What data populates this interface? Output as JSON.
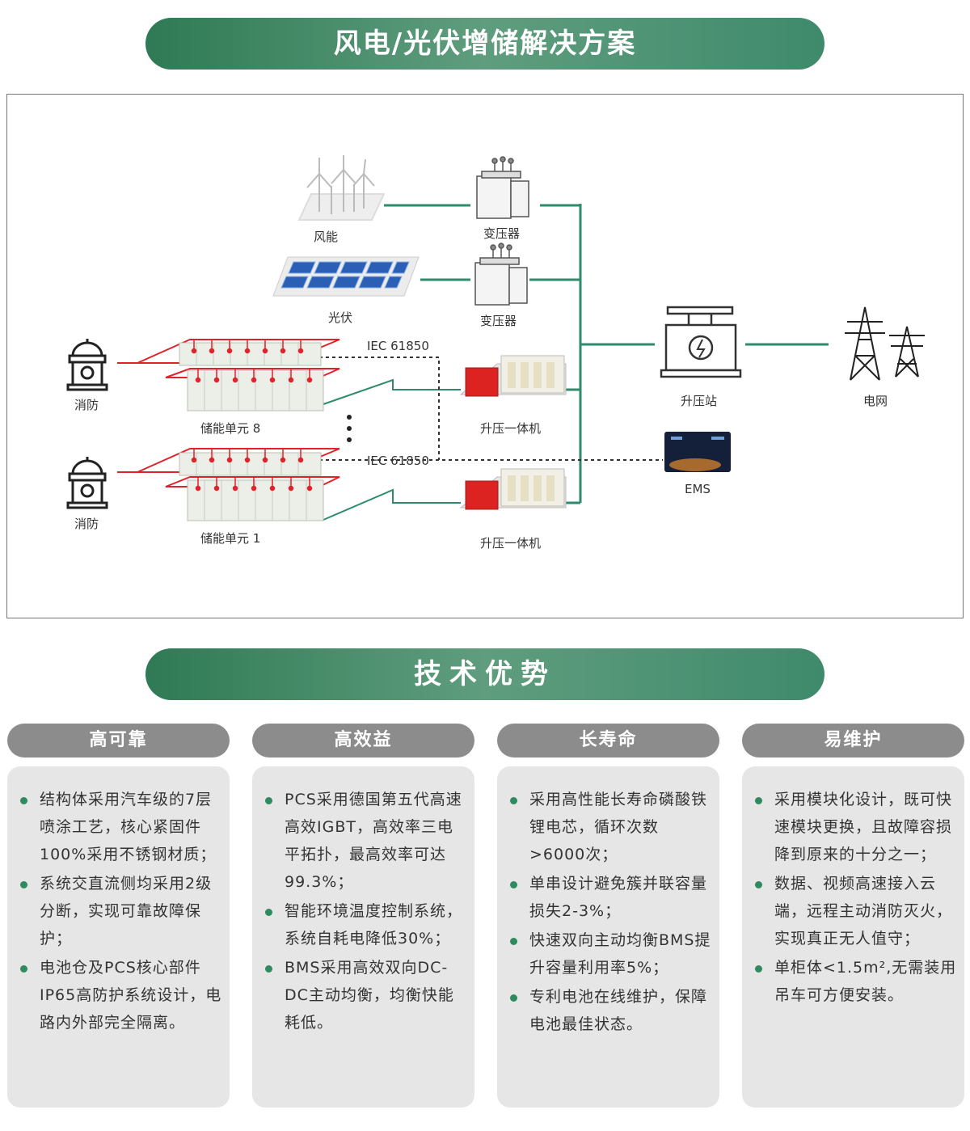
{
  "banners": {
    "solution": "风电/光伏增储解决方案",
    "advantages": "技术优势"
  },
  "diagram": {
    "wind": "风能",
    "solar": "光伏",
    "transformer_1": "变压器",
    "transformer_2": "变压器",
    "fire_1": "消防",
    "fire_2": "消防",
    "storage_8": "储能单元 8",
    "storage_1": "储能单元 1",
    "iec_1": "IEC 61850",
    "iec_2": "IEC 61850",
    "booster_1": "升压一体机",
    "booster_2": "升压一体机",
    "substation": "升压站",
    "grid": "电网",
    "ems": "EMS"
  },
  "cards": [
    {
      "title": "高可靠",
      "items": [
        "结构体采用汽车级的7层喷涂工艺，核心紧固件100%采用不锈钢材质；",
        "系统交直流侧均采用2级分断，实现可靠故障保护；",
        "电池仓及PCS核心部件IP65高防护系统设计，电路内外部完全隔离。"
      ]
    },
    {
      "title": "高效益",
      "items": [
        "PCS采用德国第五代高速高效IGBT，高效率三电平拓扑，最高效率可达99.3%；",
        "智能环境温度控制系统，系统自耗电降低30%；",
        "BMS采用高效双向DC-DC主动均衡，均衡快能耗低。"
      ]
    },
    {
      "title": "长寿命",
      "items": [
        "采用高性能长寿命磷酸铁锂电芯，循环次数>6000次；",
        "单串设计避免簇并联容量损失2-3%；",
        "快速双向主动均衡BMS提升容量利用率5%；",
        "专利电池在线维护，保障电池最佳状态。"
      ]
    },
    {
      "title": "易维护",
      "items": [
        "采用模块化设计，既可快速模块更换，且故障容损降到原来的十分之一；",
        "数据、视频高速接入云端，远程主动消防灭火，实现真正无人值守；",
        "单柜体<1.5m²,无需装用吊车可方便安装。"
      ]
    }
  ],
  "colors": {
    "banner": "#3f8a6c",
    "line": "#2e8b6e",
    "red": "#e0222a",
    "card_head": "#8c8c8c",
    "card_body": "#e6e6e6"
  }
}
